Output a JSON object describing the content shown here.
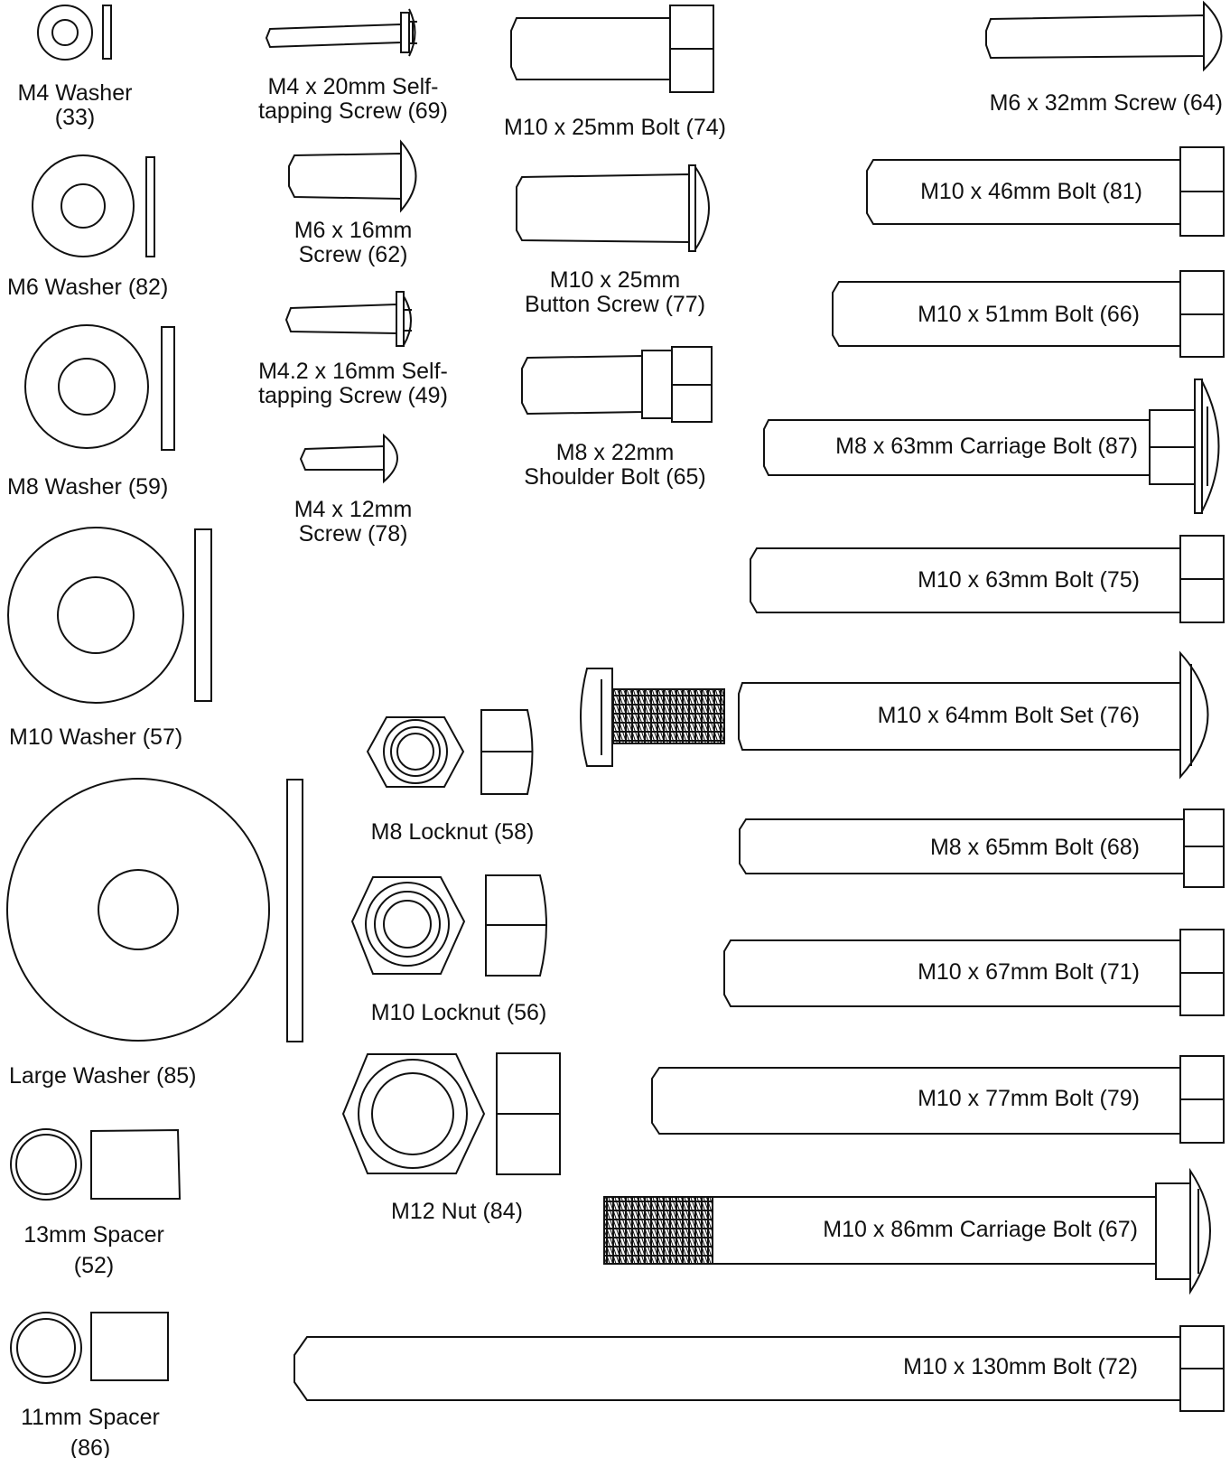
{
  "colors": {
    "line": "#111111",
    "paper": "#ffffff"
  },
  "parts": [
    {
      "id": "33",
      "kind": "washer",
      "lines": [
        "M4 Washer",
        "(33)"
      ]
    },
    {
      "id": "82",
      "kind": "washer",
      "lines": [
        "M6 Washer (82)"
      ]
    },
    {
      "id": "59",
      "kind": "washer",
      "lines": [
        "M8 Washer (59)"
      ]
    },
    {
      "id": "57",
      "kind": "washer",
      "lines": [
        "M10 Washer (57)"
      ]
    },
    {
      "id": "85",
      "kind": "washer",
      "lines": [
        "Large Washer (85)"
      ]
    },
    {
      "id": "52",
      "kind": "spacer",
      "lines": [
        "13mm Spacer",
        "(52)"
      ]
    },
    {
      "id": "86",
      "kind": "spacer",
      "lines": [
        "11mm Spacer",
        "(86)"
      ]
    },
    {
      "id": "69",
      "kind": "screw",
      "lines": [
        "M4 x 20mm Self-",
        "tapping Screw (69)"
      ]
    },
    {
      "id": "62",
      "kind": "screw",
      "lines": [
        "M6 x 16mm",
        "Screw (62)"
      ]
    },
    {
      "id": "49",
      "kind": "screw",
      "lines": [
        "M4.2 x 16mm Self-",
        "tapping Screw (49)"
      ]
    },
    {
      "id": "78",
      "kind": "screw",
      "lines": [
        "M4 x 12mm",
        "Screw (78)"
      ]
    },
    {
      "id": "74",
      "kind": "bolt",
      "lines": [
        "M10 x 25mm Bolt (74)"
      ]
    },
    {
      "id": "77",
      "kind": "screw",
      "lines": [
        "M10 x 25mm",
        "Button Screw (77)"
      ]
    },
    {
      "id": "65",
      "kind": "bolt",
      "lines": [
        "M8 x 22mm",
        "Shoulder Bolt (65)"
      ]
    },
    {
      "id": "64",
      "kind": "screw",
      "lines": [
        "M6 x 32mm Screw (64)"
      ]
    },
    {
      "id": "81",
      "kind": "bolt",
      "lines": [
        "M10 x 46mm Bolt (81)"
      ]
    },
    {
      "id": "66",
      "kind": "bolt",
      "lines": [
        "M10 x 51mm Bolt (66)"
      ]
    },
    {
      "id": "87",
      "kind": "bolt",
      "lines": [
        "M8 x 63mm Carriage Bolt (87)"
      ]
    },
    {
      "id": "75",
      "kind": "bolt",
      "lines": [
        "M10 x 63mm Bolt (75)"
      ]
    },
    {
      "id": "76",
      "kind": "bolt",
      "lines": [
        "M10 x 64mm Bolt Set (76)"
      ]
    },
    {
      "id": "58",
      "kind": "nut",
      "lines": [
        "M8 Locknut (58)"
      ]
    },
    {
      "id": "68",
      "kind": "bolt",
      "lines": [
        "M8 x 65mm Bolt (68)"
      ]
    },
    {
      "id": "56",
      "kind": "nut",
      "lines": [
        "M10 Locknut (56)"
      ]
    },
    {
      "id": "71",
      "kind": "bolt",
      "lines": [
        "M10 x 67mm Bolt (71)"
      ]
    },
    {
      "id": "79",
      "kind": "bolt",
      "lines": [
        "M10 x 77mm Bolt (79)"
      ]
    },
    {
      "id": "84",
      "kind": "nut",
      "lines": [
        "M12 Nut (84)"
      ]
    },
    {
      "id": "67",
      "kind": "bolt",
      "lines": [
        "M10 x 86mm Carriage Bolt (67)"
      ]
    },
    {
      "id": "72",
      "kind": "bolt",
      "lines": [
        "M10 x 130mm Bolt (72)"
      ]
    }
  ]
}
